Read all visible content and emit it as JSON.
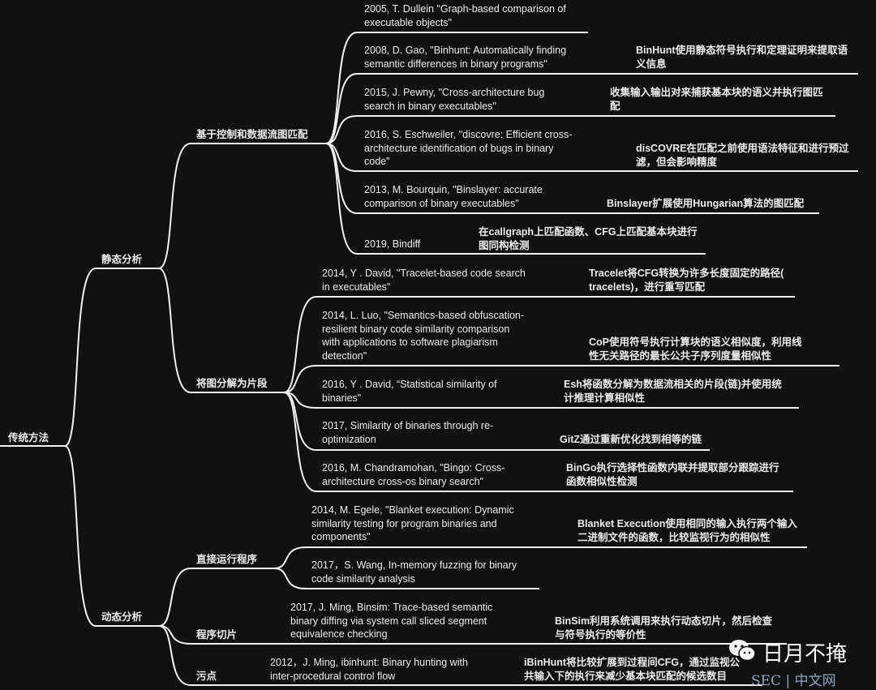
{
  "root": "传统方法",
  "branches": {
    "static": "静态分析",
    "dynamic": "动态分析",
    "cfg": "基于控制和数据流图匹配",
    "fragment": "将图分解为片段",
    "run": "直接运行程序",
    "slice": "程序切片",
    "taint": "污点"
  },
  "cfg_items": [
    {
      "paper": "2005, T. Dullein \"Graph-based comparison of\nexecutable objects\"",
      "note": ""
    },
    {
      "paper": "2008, D. Gao, \"Binhunt: Automatically finding\nsemantic differences in binary programs\"",
      "note": "BinHunt使用静态符号执行和定理证明来提取语\n义信息"
    },
    {
      "paper": "2015, J. Pewny, \"Cross-architecture bug\nsearch in binary executables\"",
      "note": "收集输入输出对来捕获基本块的语义并执行图匹\n配"
    },
    {
      "paper": "2016, S. Eschweiler, \"discovre: Efficient cross-\narchitecture identification of bugs in binary\ncode\"",
      "note": "disCOVRE在匹配之前使用语法特征和进行预过\n滤，但会影响精度"
    },
    {
      "paper": "2013, M. Bourquin, \"Binslayer: accurate\ncomparison of binary executables\"",
      "note": "Binslayer扩展使用Hungarian算法的图匹配"
    },
    {
      "paper": "2019, Bindiff",
      "note": "在callgraph上匹配函数、CFG上匹配基本块进行\n图同构检测"
    }
  ],
  "fragment_items": [
    {
      "paper": "2014, Y . David, \"Tracelet-based code search\nin executables\"",
      "note": "Tracelet将CFG转换为许多长度固定的路径(\ntracelets)，进行重写匹配"
    },
    {
      "paper": "2014, L. Luo, \"Semantics-based obfuscation-\nresilient binary code similarity comparison\nwith applications to software plagiarism\ndetection\"",
      "note": "CoP使用符号执行计算块的语义相似度，利用线\n性无关路径的最长公共子序列度量相似性"
    },
    {
      "paper": "2016, Y . David, “Statistical similarity of\nbinaries”",
      "note": "Esh将函数分解为数据流相关的片段(链)并使用统\n计推理计算相似性"
    },
    {
      "paper": "2017, Similarity of binaries through re-\noptimization",
      "note": "GitZ通过重新优化找到相等的链"
    },
    {
      "paper": "2016, M. Chandramohan, \"Bingo: Cross-\narchitecture cross-os binary search\"",
      "note": "BinGo执行选择性函数内联并提取部分跟踪进行\n函数相似性检测"
    }
  ],
  "run_items": [
    {
      "paper": "2014, M. Egele, \"Blanket execution: Dynamic\nsimilarity testing for program binaries and\ncomponents\"",
      "note": "Blanket Execution使用相同的输入执行两个输入\n二进制文件的函数，比较监视行为的相似性"
    },
    {
      "paper": "2017，S. Wang, In-memory fuzzing for binary\ncode similarity analysis",
      "note": ""
    }
  ],
  "slice_item": {
    "paper": "2017, J. Ming, Binsim: Trace-based semantic\nbinary diffing via system call sliced segment\nequivalence checking",
    "note": "BinSim利用系统调用来执行动态切片，然后检查\n与符号执行的等价性"
  },
  "taint_item": {
    "paper": "2012，J. Ming, ibinhunt: Binary hunting with\ninter-procedural control flow",
    "note": "iBinHunt将比较扩展到过程间CFG，通过监视公\n共输入下的执行来减少基本块匹配的候选数目"
  },
  "watermark": {
    "icon": "wechat-icon",
    "name": "日月不掩",
    "sub": "SEC | 中文网"
  },
  "colors": {
    "background": "#111111",
    "line": "#f2f2f2",
    "text": "#ededed"
  }
}
